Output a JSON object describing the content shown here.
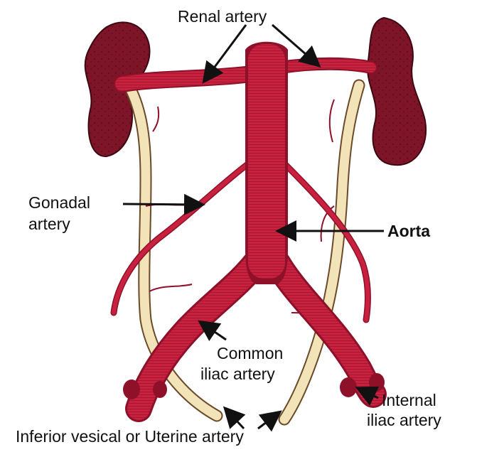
{
  "labels": {
    "renal_artery": "Renal artery",
    "gonadal_line1": "Gonadal",
    "gonadal_line2": "artery",
    "aorta": "Aorta",
    "common_iliac_line1": "Common",
    "common_iliac_line2": "iliac artery",
    "internal_iliac_line1": "Internal",
    "internal_iliac_line2": "iliac artery",
    "inferior_vesical": "Inferior vesical or Uterine artery"
  },
  "colors": {
    "artery": "#c8203f",
    "artery_dark": "#8e1029",
    "kidney": "#7d1428",
    "ureter": "#f3e3b8",
    "ureter_outline": "#6b4a2a",
    "arrow": "#111111"
  }
}
